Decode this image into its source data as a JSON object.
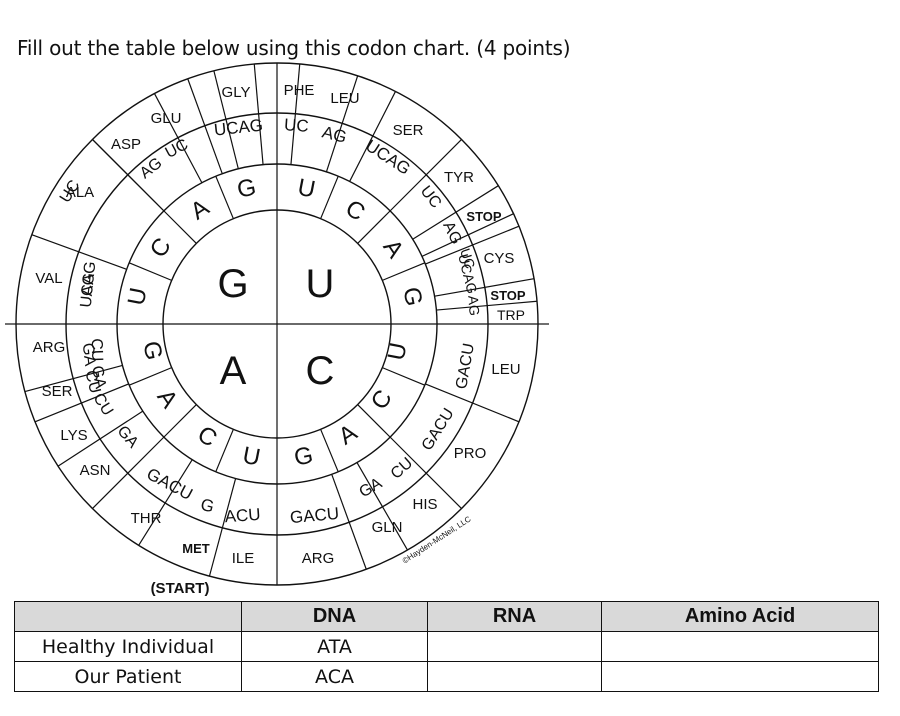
{
  "instructions": "Fill out the table below using this codon chart. (4 points)",
  "wheel": {
    "first_bases": [
      "G",
      "U",
      "A",
      "C"
    ],
    "second_bases": [
      "A",
      "G",
      "U",
      "C",
      "A",
      "G",
      "U",
      "C",
      "A",
      "G",
      "U",
      "C",
      "A",
      "G",
      "U",
      "C"
    ],
    "third_groups": [
      "UCAG",
      "UC",
      "AG",
      "UCAG",
      "UC",
      "AG",
      "UCAG",
      "UC",
      "AG",
      "UC",
      "AG",
      "UC",
      "AG",
      "GACU",
      "GACU",
      "CU",
      "GA",
      "CU",
      "GA",
      "ACU",
      "G",
      "GACU",
      "GACU",
      "GA",
      "CU",
      "GA",
      "CU",
      "UCAG"
    ],
    "amino_acids": [
      "GLY",
      "PHE",
      "LEU",
      "SER",
      "TYR",
      "STOP",
      "CYS",
      "STOP",
      "TRP",
      "LEU",
      "PRO",
      "HIS",
      "GLN",
      "ARG",
      "ILE",
      "MET",
      "THR",
      "ASN",
      "LYS",
      "SER",
      "ARG",
      "VAL",
      "ALA",
      "ASP",
      "GLU"
    ],
    "start_label": "(START)",
    "copyright": "©Hayden-McNeil, LLC"
  },
  "table": {
    "headers": [
      "",
      "DNA",
      "RNA",
      "Amino Acid"
    ],
    "rows": [
      [
        "Healthy Individual",
        "ATA",
        "",
        ""
      ],
      [
        "Our Patient",
        "ACA",
        "",
        ""
      ]
    ]
  }
}
